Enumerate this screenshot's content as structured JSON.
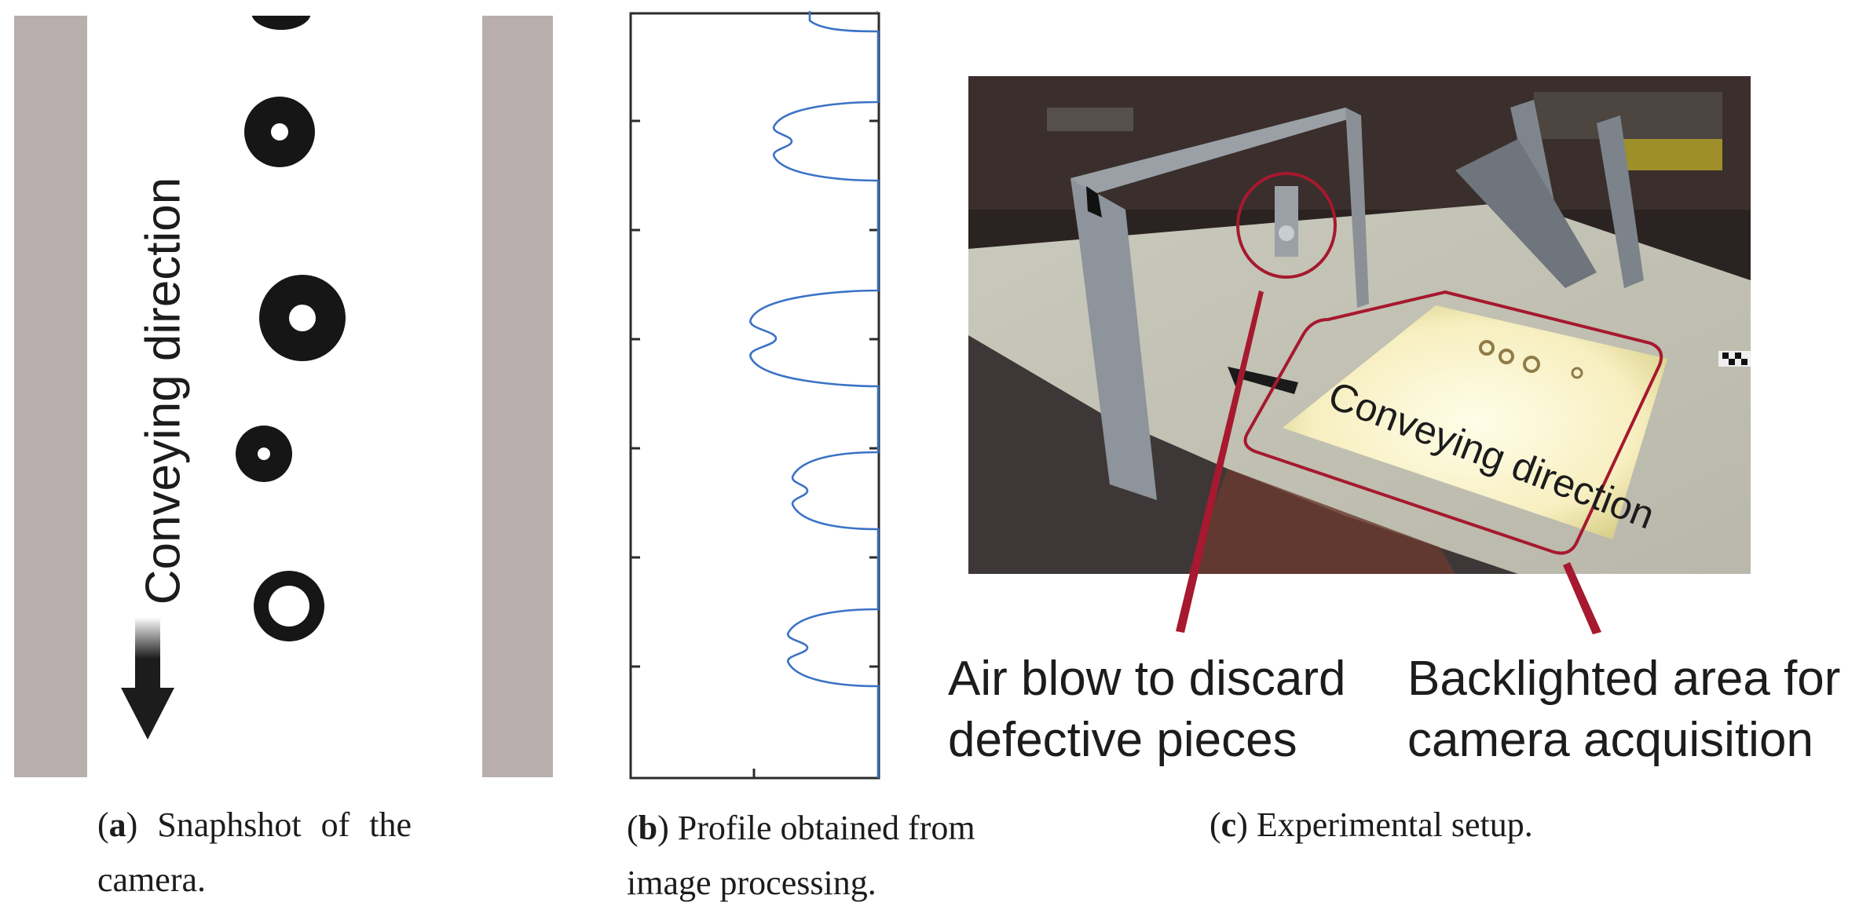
{
  "panel_a": {
    "direction_label": "Conveying direction"
  },
  "panel_b": {
    "profile_color": "#3b72c6"
  },
  "panel_c": {
    "photo_label": "Conveying direction",
    "callout_left": [
      "Air blow to discard",
      "defective pieces"
    ],
    "callout_right": [
      "Backlighted area for",
      "camera acquisition"
    ],
    "callout_color": "#a6192e"
  },
  "captions": {
    "a_letter": "a",
    "a_line1": ") Snaphshot of the",
    "a_line2": "camera.",
    "b_letter": "b",
    "b_line1": ") Profile obtained from",
    "b_line2": "image processing.",
    "c_letter": "c",
    "c_line1": ") Experimental setup."
  }
}
